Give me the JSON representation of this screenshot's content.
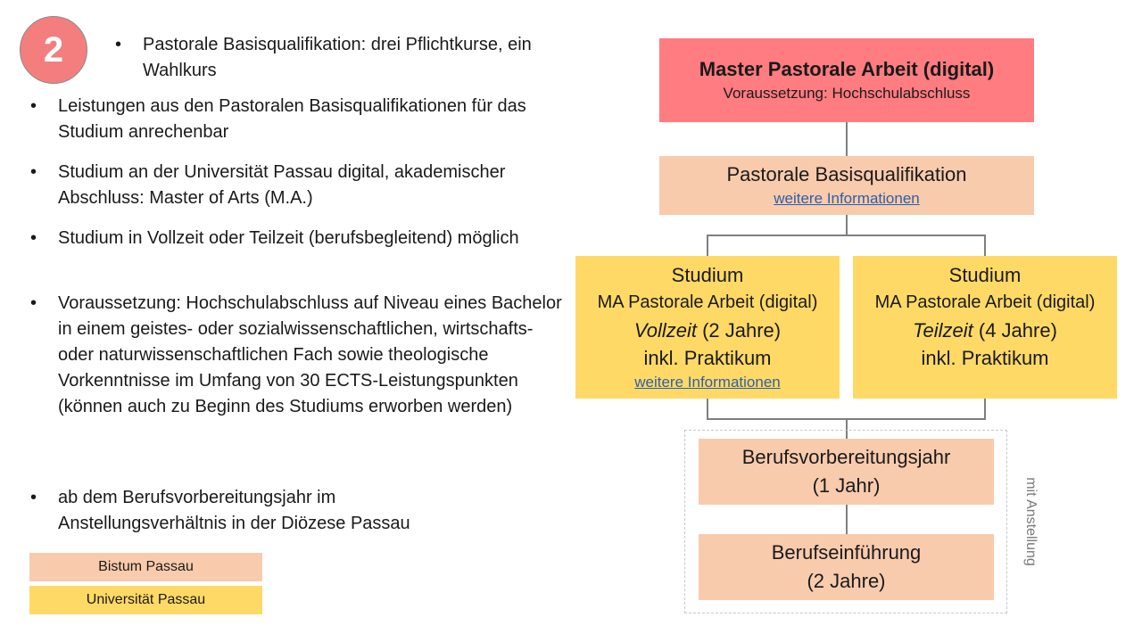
{
  "badge": "2",
  "bullets": [
    "Pastorale Basisqualifikation: drei Pflichtkurse, ein Wahlkurs",
    "Leistungen aus den Pastoralen Basisqualifikationen für das Studium anrechenbar",
    "Studium an der Universität Passau digital, akademischer Abschluss: Master of Arts (M.A.)",
    "Studium in Vollzeit oder Teilzeit (berufsbegleitend) möglich",
    "Voraussetzung: Hochschulabschluss auf Niveau eines Bachelor in einem geistes- oder sozialwissenschaftlichen, wirtschafts- oder naturwissenschaftlichen Fach sowie theologische Vorkenntnisse im Umfang von 30 ECTS-Leistungspunkten (können auch zu Beginn des Studiums erworben werden)",
    "ab dem Berufsvorbereitungsjahr im Anstellungsverhältnis in der Diözese Passau"
  ],
  "legend": {
    "bistum": {
      "label": "Bistum Passau",
      "color": "#f8cbad"
    },
    "uni": {
      "label": "Universität Passau",
      "color": "#ffd966"
    }
  },
  "flow": {
    "master": {
      "title": "Master Pastorale Arbeit (digital)",
      "subtitle": "Voraussetzung:  Hochschulabschluss"
    },
    "basis": {
      "title": "Pastorale Basisqualifikation",
      "link": "weitere Informationen"
    },
    "vollzeit": {
      "line1": "Studium",
      "line2": "MA Pastorale Arbeit (digital)",
      "mode": "Vollzeit",
      "duration": " (2 Jahre)",
      "line4": "inkl. Praktikum",
      "link": "weitere Informationen"
    },
    "teilzeit": {
      "line1": "Studium",
      "line2": "MA Pastorale Arbeit (digital)",
      "mode": "Teilzeit",
      "duration": " (4 Jahre)",
      "line4": "inkl. Praktikum"
    },
    "bvj": {
      "line1": "Berufsvorbereitungsjahr",
      "line2": "(1 Jahr)"
    },
    "bef": {
      "line1": "Berufseinführung",
      "line2": "(2 Jahre)"
    },
    "group_label": "mit Anstellung"
  }
}
